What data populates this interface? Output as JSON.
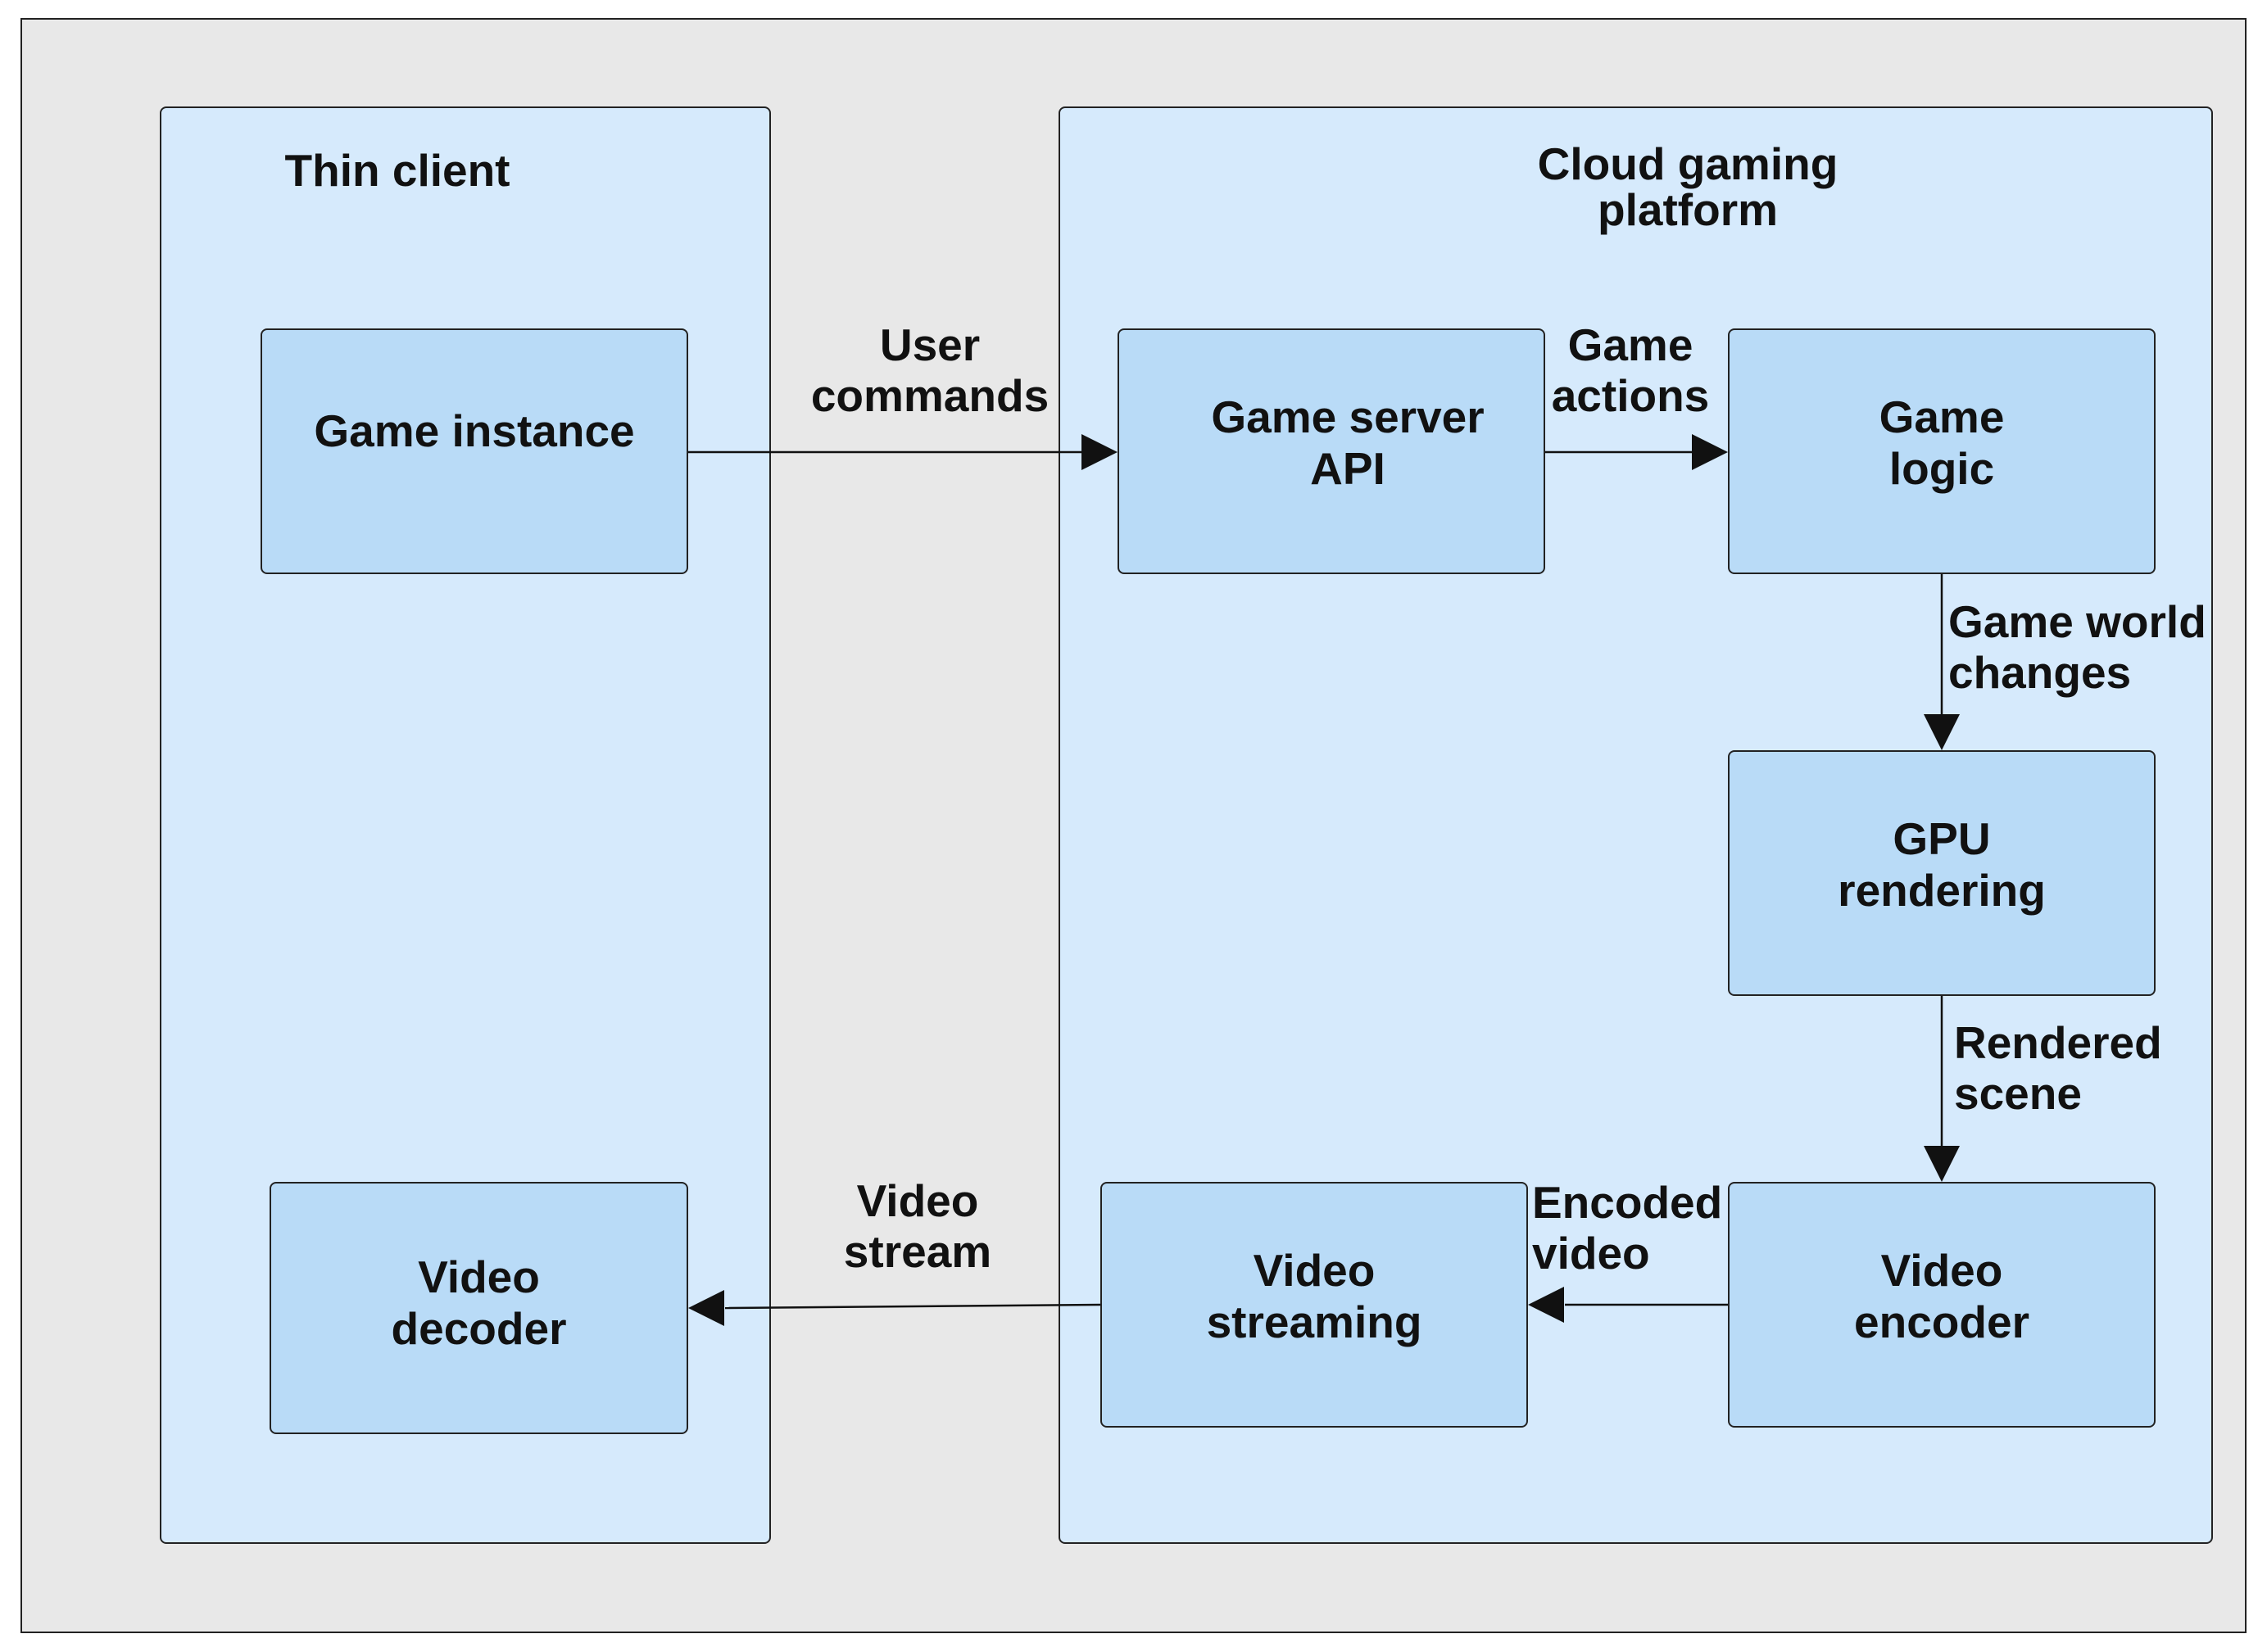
{
  "lanes": {
    "client": {
      "title": "Thin client"
    },
    "cloud": {
      "title": "Cloud gaming\nplatform"
    }
  },
  "nodes": {
    "game_instance": "Game instance",
    "game_server_api": "Game server\nAPI",
    "game_logic": "Game\nlogic",
    "gpu_rendering": "GPU\nrendering",
    "video_encoder": "Video\nencoder",
    "video_streaming": "Video\nstreaming",
    "video_decoder": "Video\ndecoder"
  },
  "edges": {
    "user_commands": "User\ncommands",
    "game_actions": "Game\nactions",
    "game_world_changes": "Game world\nchanges",
    "rendered_scene": "Rendered\nscene",
    "encoded_video": "Encoded\nvideo",
    "video_stream": "Video\nstream"
  },
  "colors": {
    "background": "#e8e8e8",
    "lane_fill": "#d6eafc",
    "node_fill": "#b9dbf7",
    "stroke": "#222222"
  }
}
